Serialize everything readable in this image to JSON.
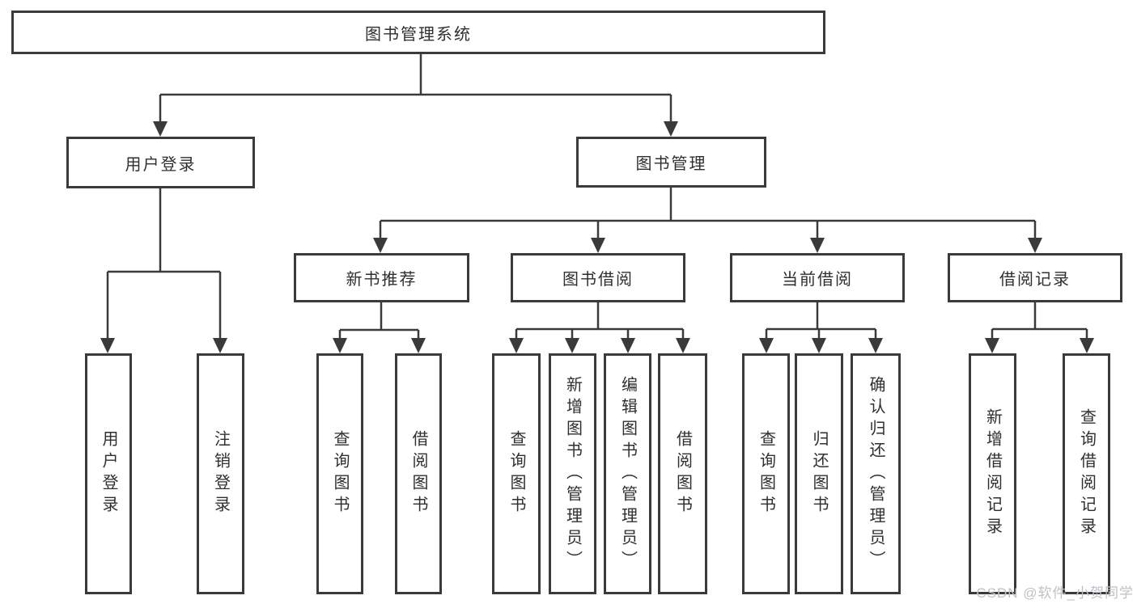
{
  "root": {
    "label": "图书管理系统"
  },
  "branches": [
    {
      "label": "用户登录",
      "children": [
        {
          "label": "用户登录"
        },
        {
          "label": "注销登录"
        }
      ]
    },
    {
      "label": "图书管理",
      "children": [
        {
          "label": "新书推荐",
          "children": [
            {
              "label": "查询图书"
            },
            {
              "label": "借阅图书"
            }
          ]
        },
        {
          "label": "图书借阅",
          "children": [
            {
              "label": "查询图书"
            },
            {
              "label": "新增图书（管理员）"
            },
            {
              "label": "编辑图书（管理员）"
            },
            {
              "label": "借阅图书"
            }
          ]
        },
        {
          "label": "当前借阅",
          "children": [
            {
              "label": "查询图书"
            },
            {
              "label": "归还图书"
            },
            {
              "label": "确认归还（管理员）"
            }
          ]
        },
        {
          "label": "借阅记录",
          "children": [
            {
              "label": "新增借阅记录"
            },
            {
              "label": "查询借阅记录"
            }
          ]
        }
      ]
    }
  ],
  "watermark": "CSDN @软件_小贺同学",
  "colors": {
    "line": "#3a3a3a",
    "text": "#2f2f2f",
    "background": "#ffffff",
    "watermark_text": "#bec1c5"
  }
}
